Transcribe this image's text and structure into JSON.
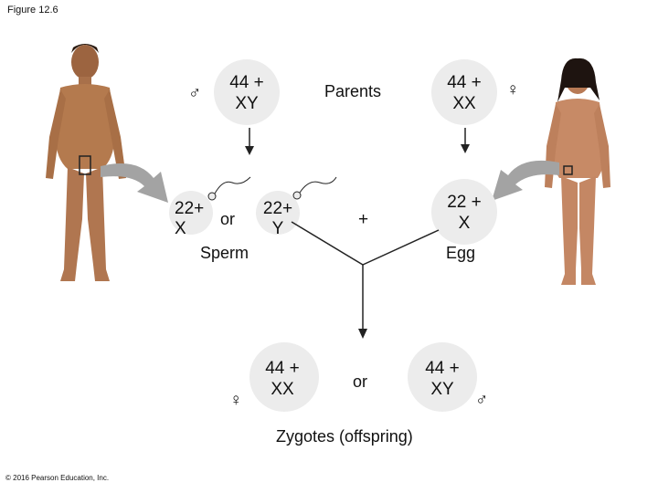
{
  "figure_label": "Figure 12.6",
  "copyright": "© 2016 Pearson Education, Inc.",
  "parents_label": "Parents",
  "father_chromosomes": {
    "line1": "44 +",
    "line2": "XY"
  },
  "mother_chromosomes": {
    "line1": "44 +",
    "line2": "XX"
  },
  "sperm_x": {
    "line1": "22+",
    "line2": "X"
  },
  "sperm_y": {
    "line1": "22+",
    "line2": "Y"
  },
  "sperm_or": "or",
  "sperm_label": "Sperm",
  "plus_sign": "+",
  "egg_chromosomes": {
    "line1": "22 +",
    "line2": "X"
  },
  "egg_label": "Egg",
  "zygote_female": {
    "line1": "44 +",
    "line2": "XX"
  },
  "zygote_male": {
    "line1": "44 +",
    "line2": "XY"
  },
  "zygote_or": "or",
  "zygotes_label": "Zygotes (offspring)",
  "symbols": {
    "male": "♂",
    "female": "♀"
  },
  "icons": [
    "male-symbol-icon",
    "female-symbol-icon",
    "sperm-icon",
    "arrow-down-icon",
    "curved-arrow-icon"
  ],
  "colors": {
    "circle_fill": "#ececec",
    "arrow_gray": "#9a9a9a",
    "skin_male": "#b47a4e",
    "skin_female": "#c78a66",
    "line": "#222222"
  }
}
